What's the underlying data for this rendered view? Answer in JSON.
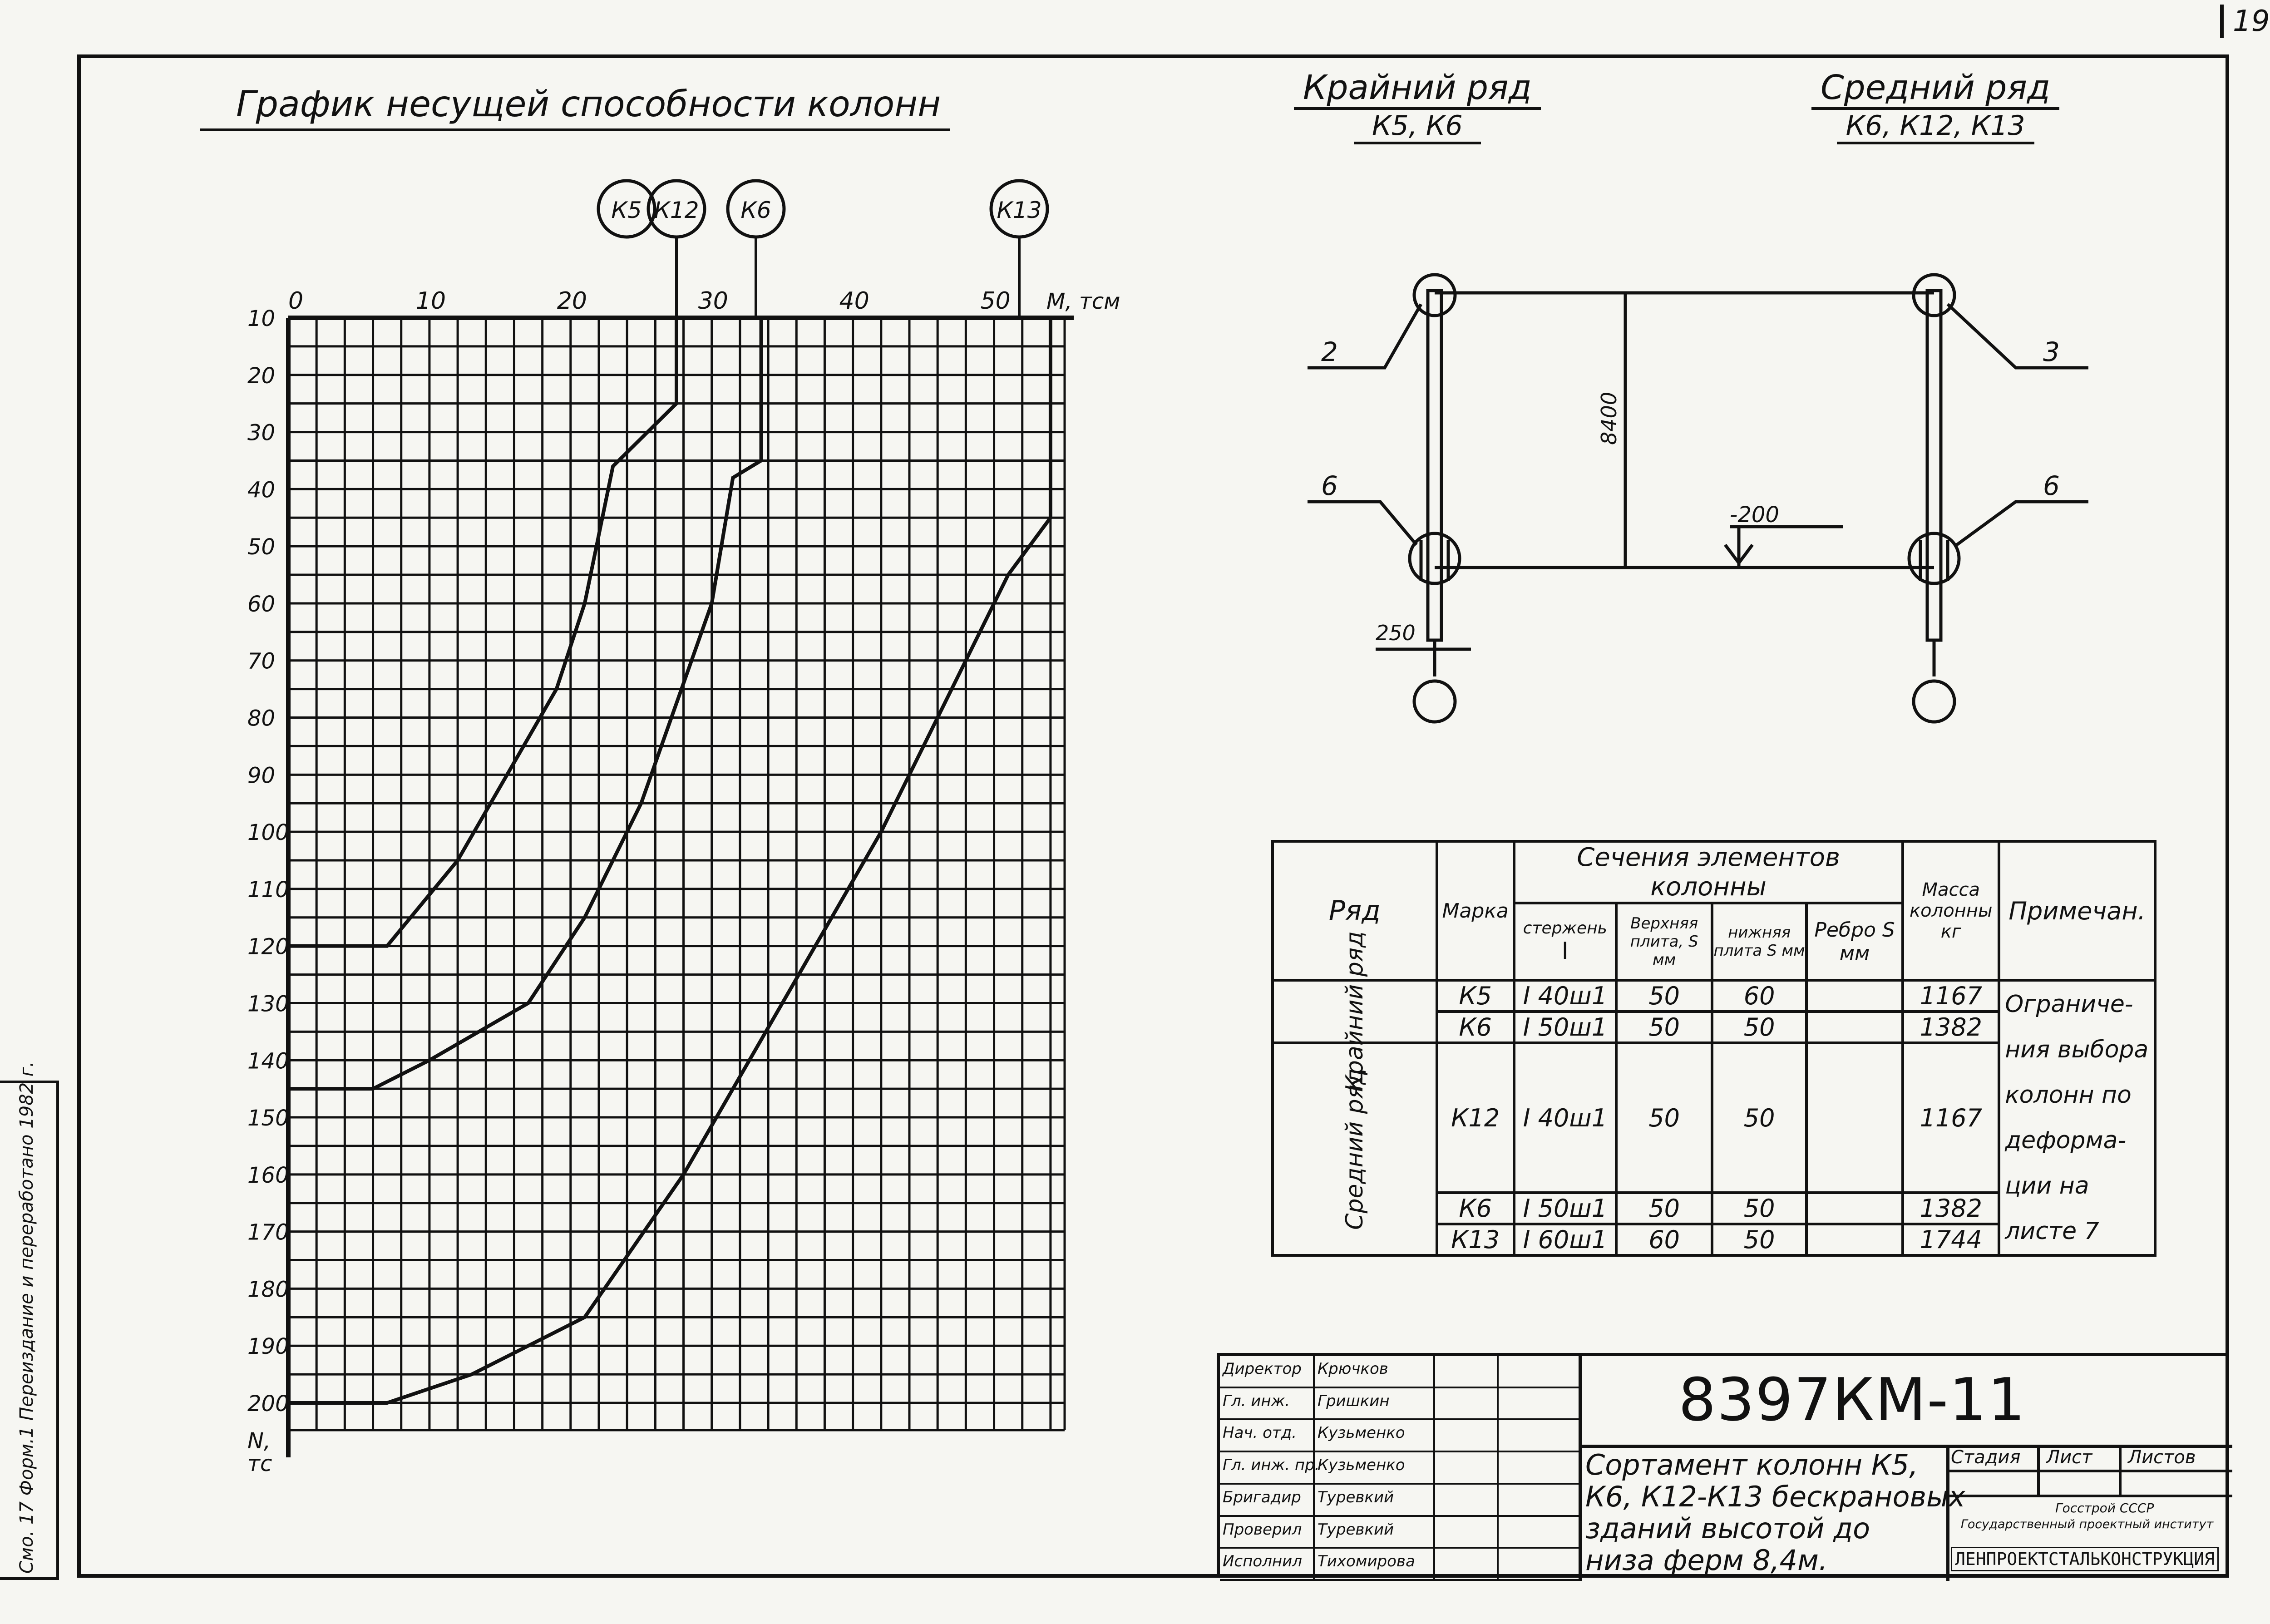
{
  "page_number": "19",
  "side_stamp": "Смо. 17 Форм.1 Переиздание и переработано 1982 г.",
  "chart_title": "График несущей способности колонн",
  "row_edge": {
    "title": "Крайний ряд",
    "marks": "К5, К6"
  },
  "row_middle": {
    "title": "Средний ряд",
    "marks": "К6, К12, К13"
  },
  "chart_data": {
    "type": "line",
    "x_axis_label": "M, тсм",
    "y_axis_label": "N, тс",
    "xlim": [
      0,
      55
    ],
    "ylim": [
      10,
      200
    ],
    "x_ticks": [
      0,
      10,
      20,
      30,
      40,
      50
    ],
    "y_ticks": [
      10,
      20,
      30,
      40,
      50,
      60,
      70,
      80,
      90,
      100,
      110,
      120,
      130,
      140,
      150,
      160,
      170,
      180,
      190,
      200
    ],
    "series": [
      {
        "name": "К5, К12",
        "points": [
          [
            0,
            120
          ],
          [
            7,
            120
          ],
          [
            12,
            105
          ],
          [
            19,
            75
          ],
          [
            21,
            60
          ],
          [
            23,
            36
          ],
          [
            27.5,
            25
          ],
          [
            27.5,
            10
          ]
        ]
      },
      {
        "name": "К6",
        "points": [
          [
            0,
            145
          ],
          [
            6,
            145
          ],
          [
            10,
            140
          ],
          [
            17,
            130
          ],
          [
            21,
            115
          ],
          [
            25,
            95
          ],
          [
            30,
            60
          ],
          [
            31.5,
            38
          ],
          [
            33.5,
            35
          ],
          [
            33.5,
            10
          ]
        ]
      },
      {
        "name": "К13",
        "points": [
          [
            0,
            200
          ],
          [
            7,
            200
          ],
          [
            13,
            195
          ],
          [
            21,
            185
          ],
          [
            28,
            160
          ],
          [
            35,
            130
          ],
          [
            42,
            100
          ],
          [
            48,
            70
          ],
          [
            51,
            55
          ],
          [
            54,
            45
          ],
          [
            54,
            10
          ]
        ]
      }
    ],
    "marker_labels": [
      "К5",
      "К12",
      "К6",
      "К13"
    ]
  },
  "elevation": {
    "labels": {
      "left_top": "2",
      "right_top": "3",
      "left_bottom": "6",
      "right_bottom": "6"
    },
    "height": "8400",
    "level": "-200",
    "offset": "250"
  },
  "section_table": {
    "header": {
      "row": "Ряд",
      "mark": "Марка",
      "sections": "Сечения элементов колонны",
      "rod": "стержень",
      "rod_symbol": "I",
      "top_plate": "Верхняя плита, S мм",
      "bottom_plate": "нижняя плита S мм",
      "rib": "Ребро S мм",
      "mass": "Масса колонны кг",
      "note": "Примечан."
    },
    "groups": [
      "Крайний ряд",
      "Средний ряд"
    ],
    "rows": [
      {
        "mark": "К5",
        "rod": "I 40ш1",
        "top": "50",
        "bottom": "60",
        "rib": "",
        "mass": "1167"
      },
      {
        "mark": "К6",
        "rod": "I 50ш1",
        "top": "50",
        "bottom": "50",
        "rib": "",
        "mass": "1382"
      },
      {
        "mark": "К12",
        "rod": "I 40ш1",
        "top": "50",
        "bottom": "50",
        "rib": "",
        "mass": "1167"
      },
      {
        "mark": "К6",
        "rod": "I 50ш1",
        "top": "50",
        "bottom": "50",
        "rib": "",
        "mass": "1382"
      },
      {
        "mark": "К13",
        "rod": "I 60ш1",
        "top": "60",
        "bottom": "50",
        "rib": "",
        "mass": "1744"
      }
    ],
    "note_text": [
      "Ограниче-",
      "ния выбора",
      "колонн по",
      "деформа-",
      "ции на",
      "листе 7"
    ]
  },
  "title_block": {
    "signatures": [
      {
        "role": "Директор",
        "name": "Крючков"
      },
      {
        "role": "Гл. инж.",
        "name": "Гришкин"
      },
      {
        "role": "Нач. отд.",
        "name": "Кузьменко"
      },
      {
        "role": "Гл. инж. пр.",
        "name": "Кузьменко"
      },
      {
        "role": "Бригадир",
        "name": "Туревкий"
      },
      {
        "role": "Проверил",
        "name": "Туревкий"
      },
      {
        "role": "Исполнил",
        "name": "Тихомирова"
      }
    ],
    "code": "8397КМ-11",
    "description": [
      "Сортамент колонн К5,",
      "К6, К12-К13 бескрановых",
      "зданий высотой до",
      "низа ферм 8,4м."
    ],
    "stage_label": "Стадия",
    "sheet_label": "Лист",
    "sheets_label": "Листов",
    "org_line1": "Госстрой СССР",
    "org_line2": "Государственный проектный институт",
    "org_name": "ЛЕНПРОЕКТСТАЛЬКОНСТРУКЦИЯ"
  }
}
